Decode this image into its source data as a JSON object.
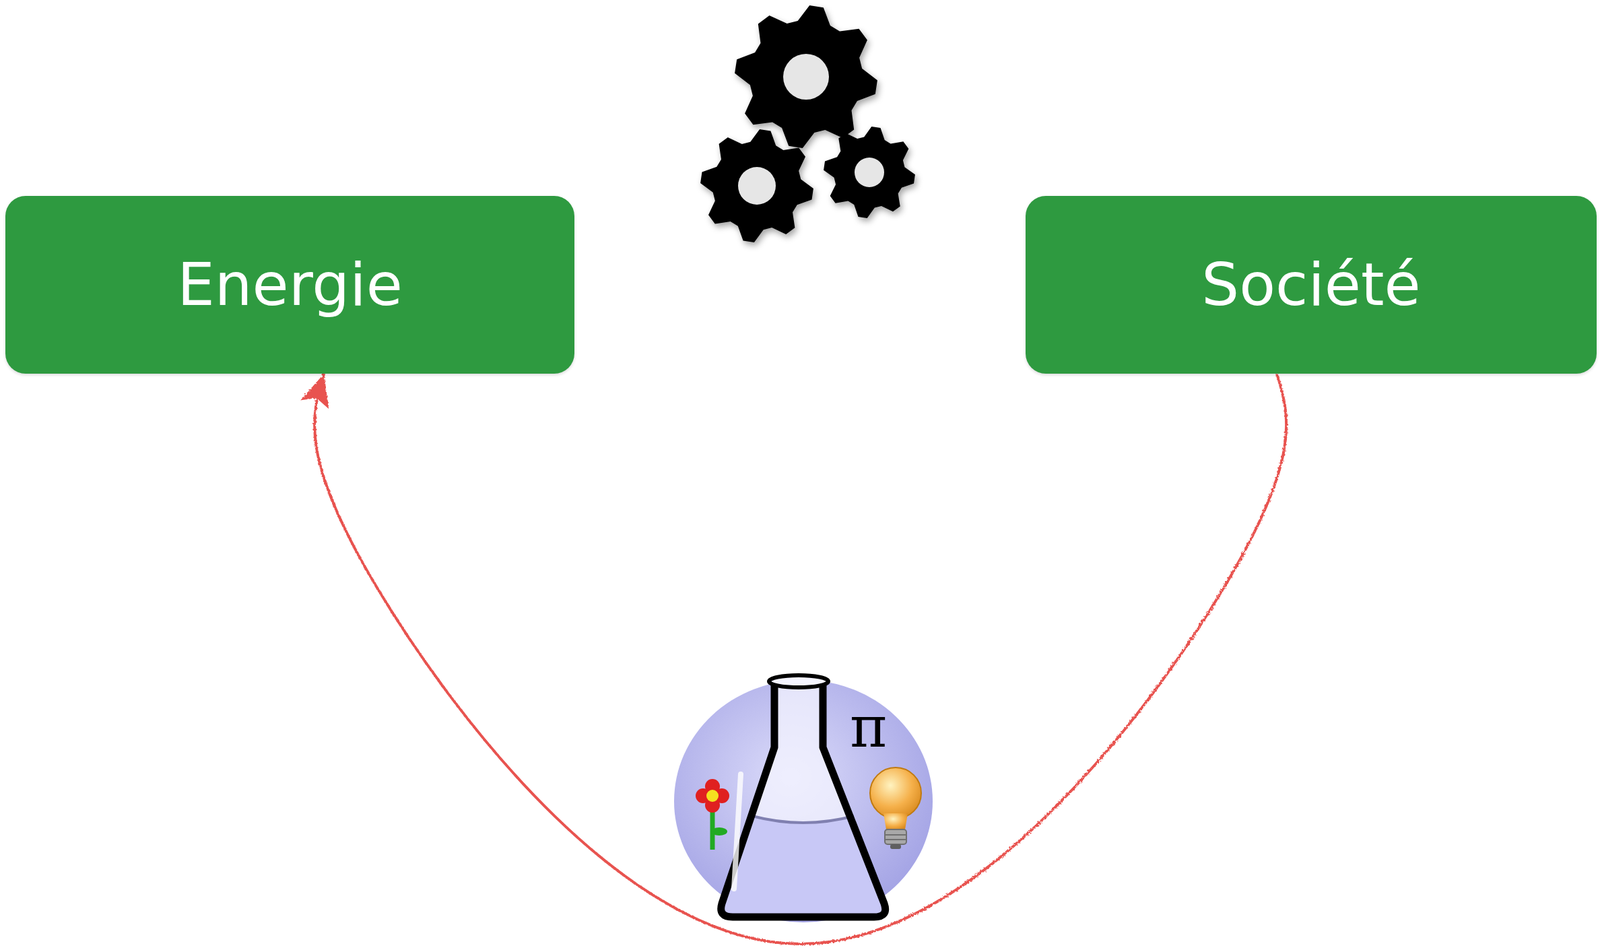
{
  "diagram": {
    "nodes": [
      {
        "text": [
          "Energie"
        ]
      },
      {
        "text": [
          "Société"
        ]
      }
    ],
    "edges": [
      {
        "from": 0,
        "to": 1,
        "arrow": "to"
      },
      {
        "from": 1,
        "to": 0,
        "arrow": "to"
      }
    ],
    "labels": [
      "π"
    ]
  }
}
